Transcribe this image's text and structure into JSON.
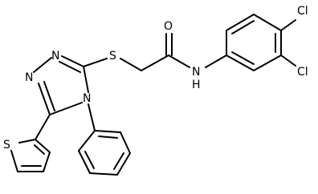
{
  "molecule": {
    "atoms": {
      "O": "O",
      "NH": "N\nH",
      "N_triazole_1": "N",
      "N_triazole_2": "N",
      "N_triazole_4": "N",
      "S_thioether": "S",
      "S_thiophene": "S",
      "Cl_para": "Cl",
      "Cl_meta": "Cl"
    }
  }
}
